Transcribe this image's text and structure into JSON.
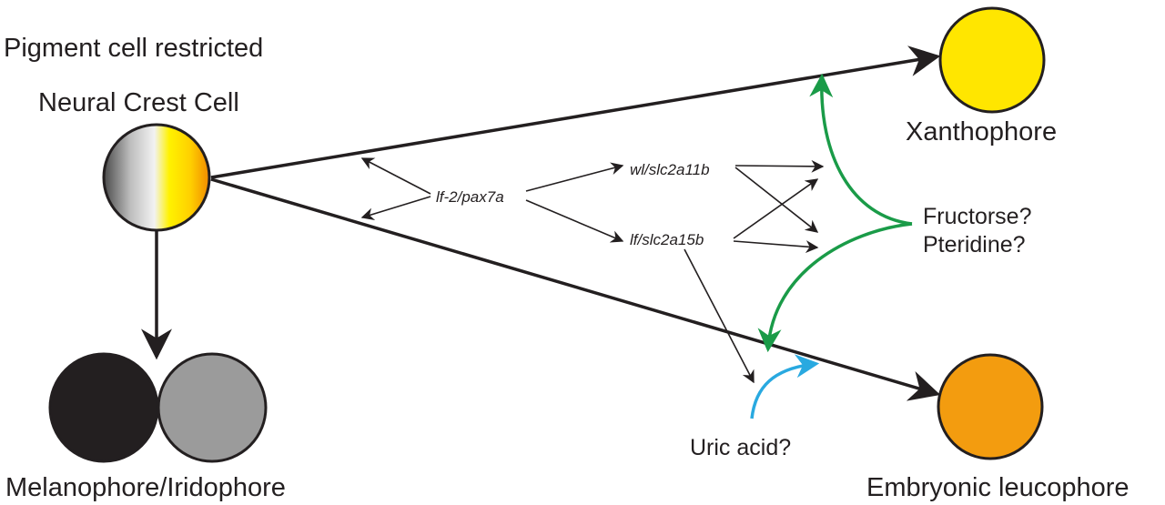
{
  "labels": {
    "title_line1": "Pigment cell restricted",
    "title_line2": "Neural Crest Cell",
    "xanthophore": "Xanthophore",
    "melanophore_iridophore": "Melanophore/Iridophore",
    "leucophore": "Embryonic leucophore",
    "fructose": "Fructorse?",
    "pteridine": "Pteridine?",
    "uric_acid": "Uric acid?"
  },
  "genes": {
    "lf2_pax7a": "lf-2/pax7a",
    "wl_slc2a11b": "wl/slc2a11b",
    "lf_slc2a15b": "lf/slc2a15b"
  },
  "colors": {
    "xanthophore_fill": "#ffe600",
    "leucophore_fill": "#f39c0f",
    "melanophore_fill": "#231f20",
    "iridophore_fill": "#9b9b9b",
    "arrow": "#231f20",
    "green_arrow": "#1a9b48",
    "blue_arrow": "#29a9e0"
  }
}
